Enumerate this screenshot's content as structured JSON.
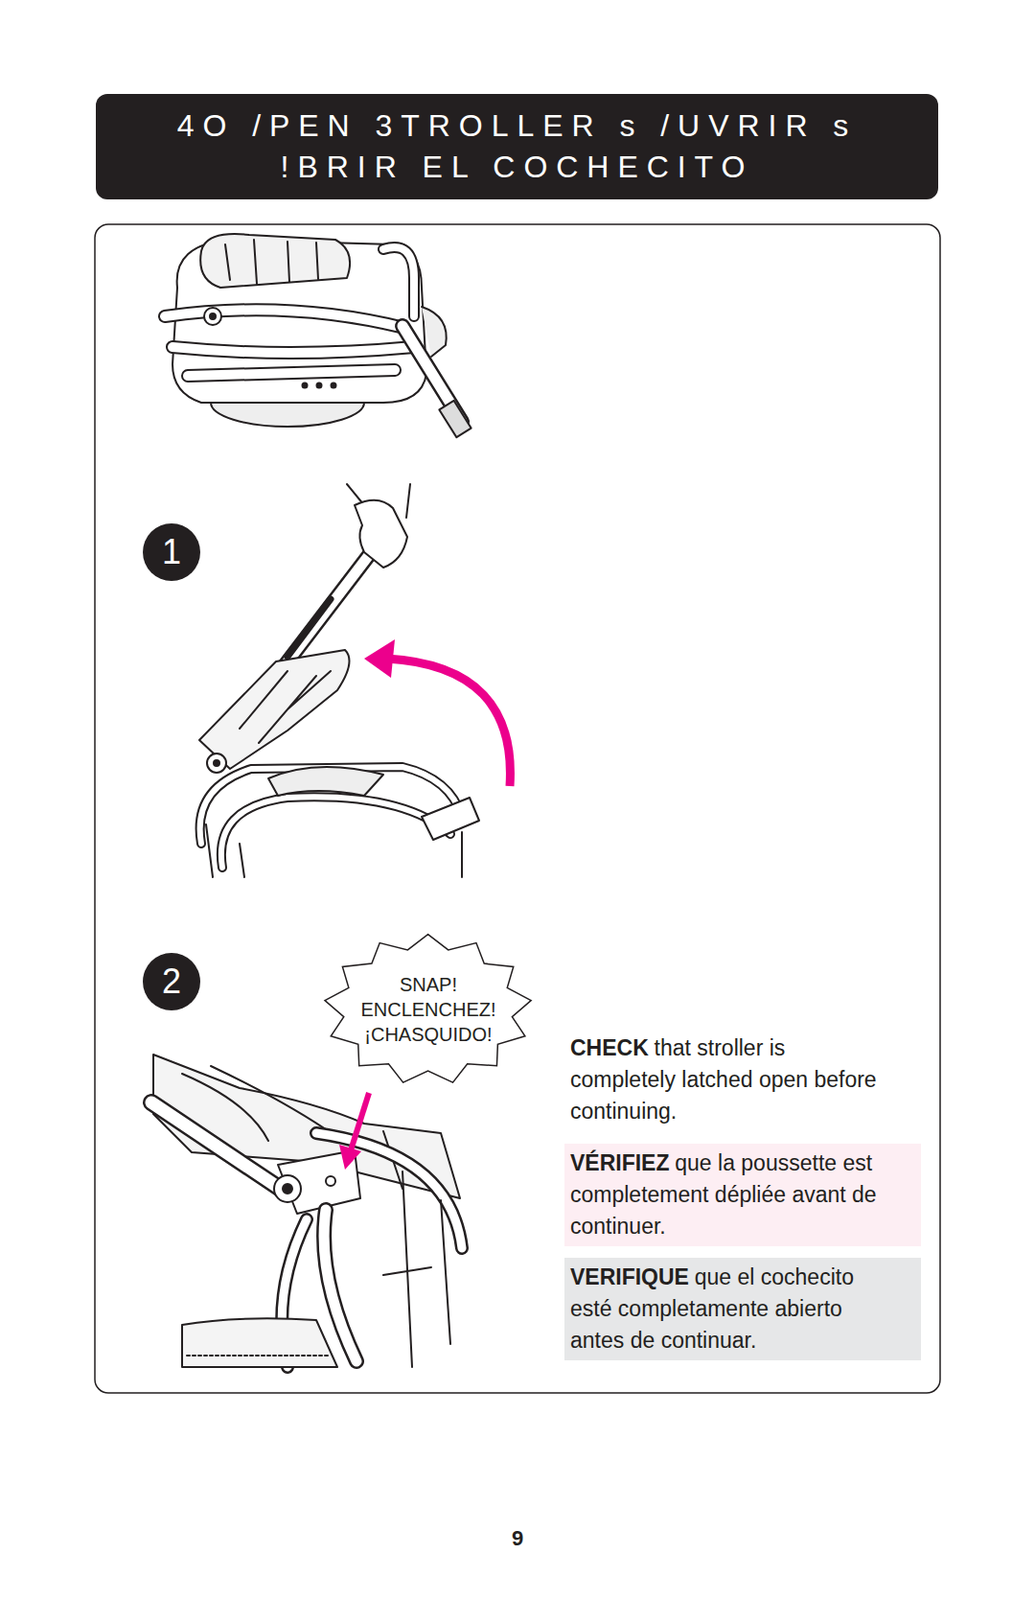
{
  "diagram": {
    "title": "4O /PEN 3TROLLER s /UVRIR s !BRIR EL COCHECITO",
    "nodes": [
      {
        "text": [
          "1"
        ]
      },
      {
        "text": [
          "2"
        ]
      },
      {
        "text": [
          "SNAP! ENCLENCHEZ! ¡CHASQUIDO!"
        ]
      },
      {
        "text": [
          "VÉRIFIEZ",
          "que la poussette est completement dépliée avant de continuer."
        ]
      },
      {
        "text": [
          "VERIFIQUE",
          "que el cochecito esté completamente abierto antes de continuar."
        ]
      }
    ],
    "labels": [
      "CHECK",
      "that stroller is completely latched open before continuing.",
      "9"
    ]
  }
}
